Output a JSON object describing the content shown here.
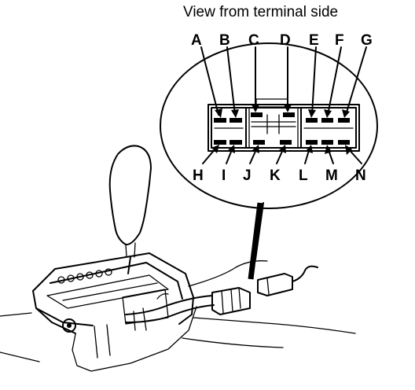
{
  "title": "View from terminal side",
  "top_terminals": [
    "A",
    "B",
    "C",
    "D",
    "E",
    "F",
    "G"
  ],
  "bottom_terminals": [
    "H",
    "I",
    "J",
    "K",
    "L",
    "M",
    "N"
  ],
  "colors": {
    "ink": "#000000",
    "paper": "#ffffff"
  }
}
